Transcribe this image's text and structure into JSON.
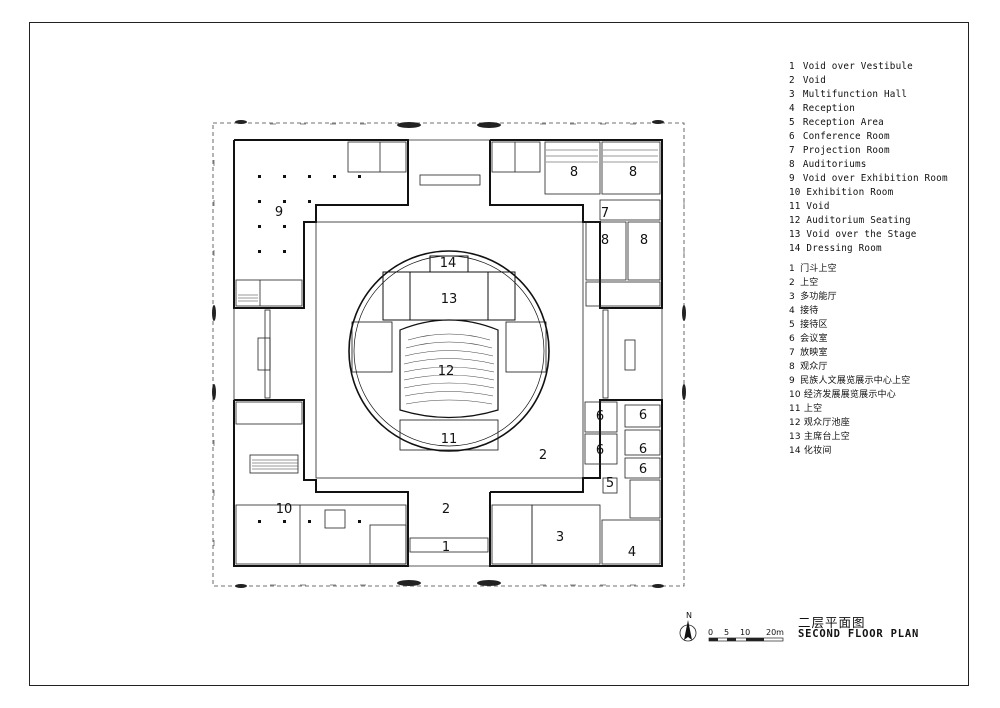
{
  "legend_en": [
    {
      "num": "1",
      "label": "Void over Vestibule"
    },
    {
      "num": "2",
      "label": "Void"
    },
    {
      "num": "3",
      "label": "Multifunction Hall"
    },
    {
      "num": "4",
      "label": "Reception"
    },
    {
      "num": "5",
      "label": "Reception Area"
    },
    {
      "num": "6",
      "label": "Conference Room"
    },
    {
      "num": "7",
      "label": "Projection Room"
    },
    {
      "num": "8",
      "label": "Auditoriums"
    },
    {
      "num": "9",
      "label": "Void over Exhibition Room"
    },
    {
      "num": "10",
      "label": "Exhibition Room"
    },
    {
      "num": "11",
      "label": "Void"
    },
    {
      "num": "12",
      "label": "Auditorium Seating"
    },
    {
      "num": "13",
      "label": "Void over the Stage"
    },
    {
      "num": "14",
      "label": "Dressing Room"
    }
  ],
  "legend_zh": [
    {
      "num": "1",
      "label": "门斗上空"
    },
    {
      "num": "2",
      "label": "上空"
    },
    {
      "num": "3",
      "label": "多功能厅"
    },
    {
      "num": "4",
      "label": "接待"
    },
    {
      "num": "5",
      "label": "接待区"
    },
    {
      "num": "6",
      "label": "会议室"
    },
    {
      "num": "7",
      "label": "放映室"
    },
    {
      "num": "8",
      "label": "观众厅"
    },
    {
      "num": "9",
      "label": "民族人文展览展示中心上空"
    },
    {
      "num": "10",
      "label": "经济发展展览展示中心"
    },
    {
      "num": "11",
      "label": "上空"
    },
    {
      "num": "12",
      "label": "观众厅池座"
    },
    {
      "num": "13",
      "label": "主席台上空"
    },
    {
      "num": "14",
      "label": "化妆间"
    }
  ],
  "plan_labels": {
    "r1": "1",
    "r2": "2",
    "r2b": "2",
    "r3": "3",
    "r4": "4",
    "r5": "5",
    "r6a": "6",
    "r6b": "6",
    "r6c": "6",
    "r6d": "6",
    "r6e": "6",
    "r7": "7",
    "r8a": "8",
    "r8b": "8",
    "r8c": "8",
    "r8d": "8",
    "r9": "9",
    "r10": "10",
    "r11": "11",
    "r12": "12",
    "r13": "13",
    "r14": "14"
  },
  "scale": {
    "north": "N",
    "t0": "0",
    "t5": "5",
    "t10": "10",
    "t20": "20m"
  },
  "title": {
    "zh": "二层平面图",
    "en": "SECOND FLOOR PLAN"
  }
}
